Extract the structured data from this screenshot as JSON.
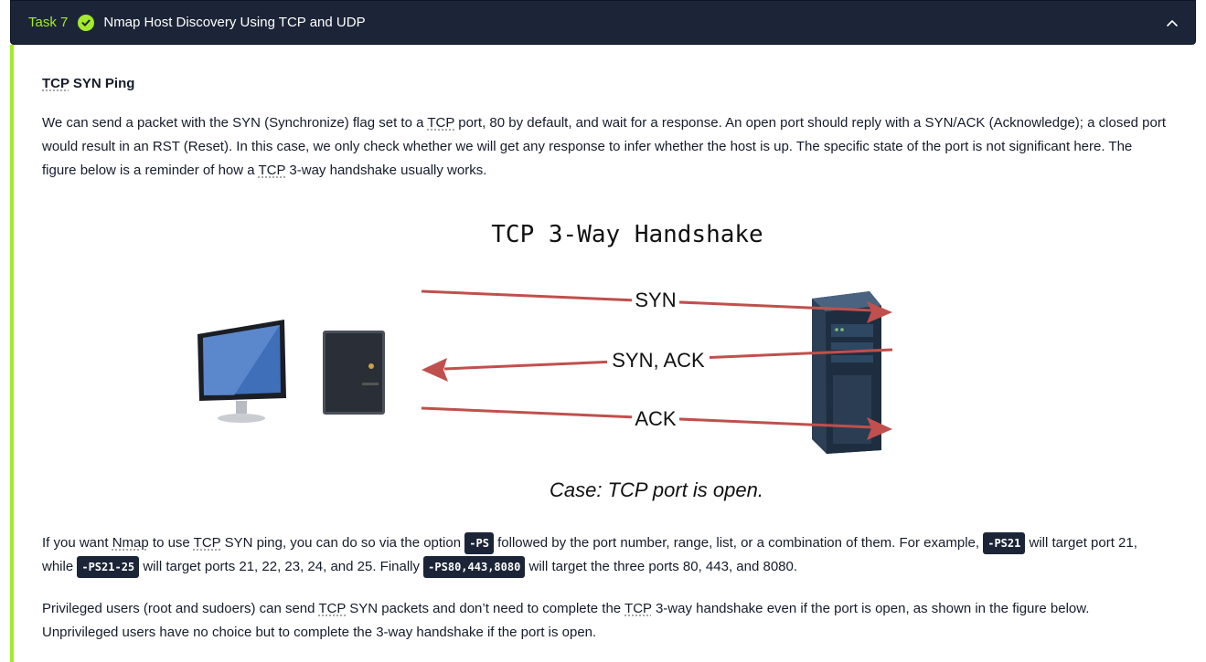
{
  "task": {
    "number_label": "Task 7",
    "title": "Nmap Host Discovery Using TCP and UDP"
  },
  "section": {
    "heading": "TCP SYN Ping",
    "para1": {
      "t1": "We can send a packet with the SYN (Synchronize) flag set to a ",
      "tcp": "TCP",
      "t2": " port, 80 by default, and wait for a response. An open port should reply with a SYN/ACK (Acknowledge); a closed port would result in an RST (Reset). In this case, we only check whether we will get any response to infer whether the host is up. The specific state of the port is not significant here. The figure below is a reminder of how a ",
      "tcp2": "TCP",
      "t3": " 3-way handshake usually works."
    },
    "figure": {
      "title": "TCP 3-Way Handshake",
      "syn": "SYN",
      "synack": "SYN, ACK",
      "ack": "ACK",
      "caption": "Case: TCP port is open."
    },
    "para2": {
      "t1": "If you want ",
      "nmap": "Nmap",
      "t2": " to use ",
      "tcp": "TCP",
      "t3": " SYN ping, you can do so via the option ",
      "code1": "-PS",
      "t4": " followed by the port number, range, list, or a combination of them. For example, ",
      "code2": "-PS21",
      "t5": " will target port 21, while ",
      "code3": "-PS21-25",
      "t6": " will target ports 21, 22, 23, 24, and 25. Finally ",
      "code4": "-PS80,443,8080",
      "t7": " will target the three ports 80, 443, and 8080."
    },
    "para3": {
      "t1": "Privileged users (root and sudoers) can send ",
      "tcp": "TCP",
      "t2": " SYN packets and don’t need to complete the ",
      "tcp2": "TCP",
      "t3": " 3-way handshake even if the port is open, as shown in the figure below. Unprivileged users have no choice but to complete the 3-way handshake if the port is open."
    }
  },
  "colors": {
    "accent": "#a3ea2a",
    "header_bg": "#1c2538",
    "arrow": "#c0504d"
  },
  "icons": {
    "check": "check-circle-icon",
    "chevron": "chevron-up-icon"
  }
}
